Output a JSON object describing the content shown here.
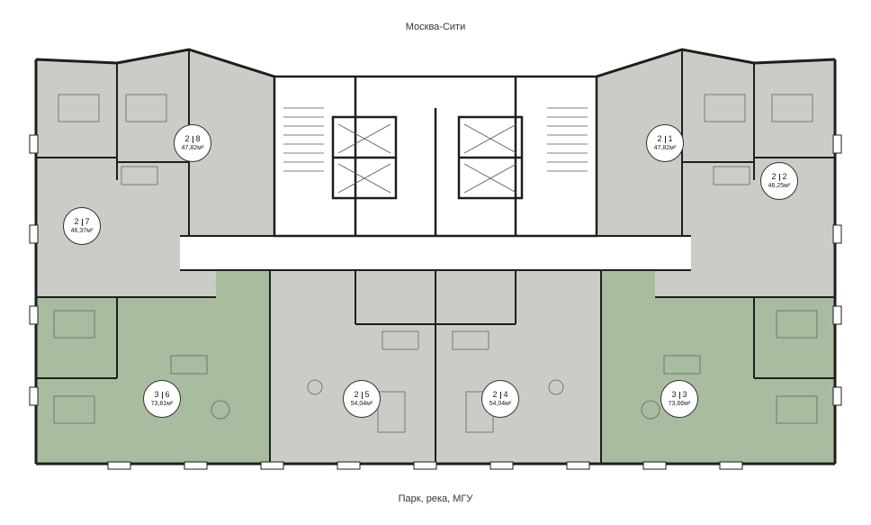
{
  "labels": {
    "top": "Москва-Сити",
    "bottom": "Парк, река, МГУ"
  },
  "colors": {
    "apartment_gray": "#c9cdc5",
    "apartment_green": "#a8bc9f",
    "walls": "#1e1e1e",
    "core": "#ffffff"
  },
  "apartments": [
    {
      "rooms": "2",
      "num": "8",
      "area": "47,82м²"
    },
    {
      "rooms": "2",
      "num": "1",
      "area": "47,82м²"
    },
    {
      "rooms": "2",
      "num": "7",
      "area": "46,37м²"
    },
    {
      "rooms": "2",
      "num": "2",
      "area": "46,25м²"
    },
    {
      "rooms": "3",
      "num": "6",
      "area": "73,81м²"
    },
    {
      "rooms": "2",
      "num": "5",
      "area": "54,04м²"
    },
    {
      "rooms": "2",
      "num": "4",
      "area": "54,04м²"
    },
    {
      "rooms": "3",
      "num": "3",
      "area": "73,66м²"
    }
  ]
}
